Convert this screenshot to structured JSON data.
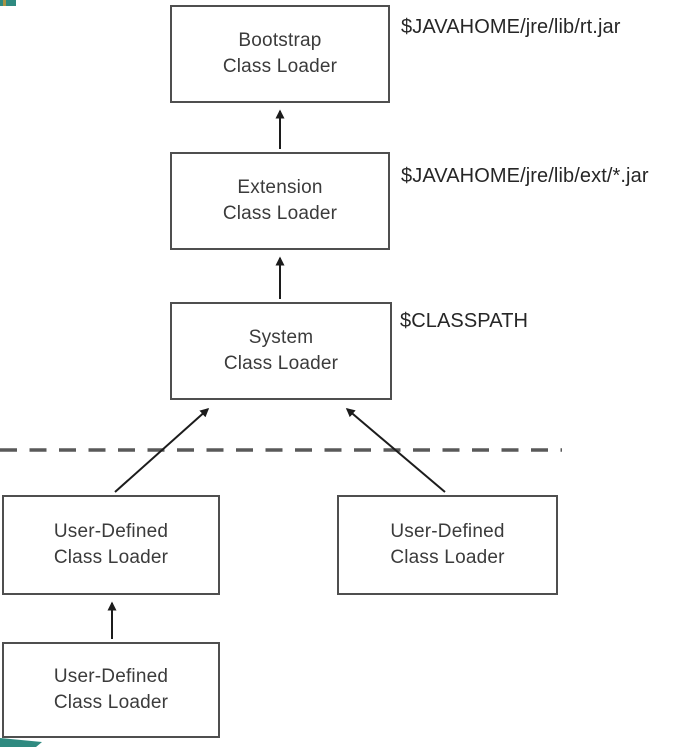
{
  "diagram": {
    "boxes": [
      {
        "name": "bootstrap",
        "line1": "Bootstrap",
        "line2": "Class Loader"
      },
      {
        "name": "extension",
        "line1": "Extension",
        "line2": "Class Loader"
      },
      {
        "name": "system",
        "line1": "System",
        "line2": "Class Loader"
      },
      {
        "name": "user_left",
        "line1": "User-Defined",
        "line2": "Class Loader"
      },
      {
        "name": "user_right",
        "line1": "User-Defined",
        "line2": "Class Loader"
      },
      {
        "name": "user_bottom",
        "line1": "User-Defined",
        "line2": "Class Loader"
      }
    ],
    "annotations": [
      {
        "for": "bootstrap",
        "text": "$JAVAHOME/jre/lib/rt.jar"
      },
      {
        "for": "extension",
        "text": "$JAVAHOME/jre/lib/ext/*.jar"
      },
      {
        "for": "system",
        "text": "$CLASSPATH"
      }
    ],
    "colors": {
      "background": "#ffffff",
      "box_border": "#4f4f4f",
      "box_text": "#3b3b3b",
      "annotation_text": "#262626",
      "arrow": "#1c1c1c",
      "dashed_line": "#595959",
      "decoration_teal": "#2f8a80",
      "decoration_gold": "#a99344"
    }
  }
}
